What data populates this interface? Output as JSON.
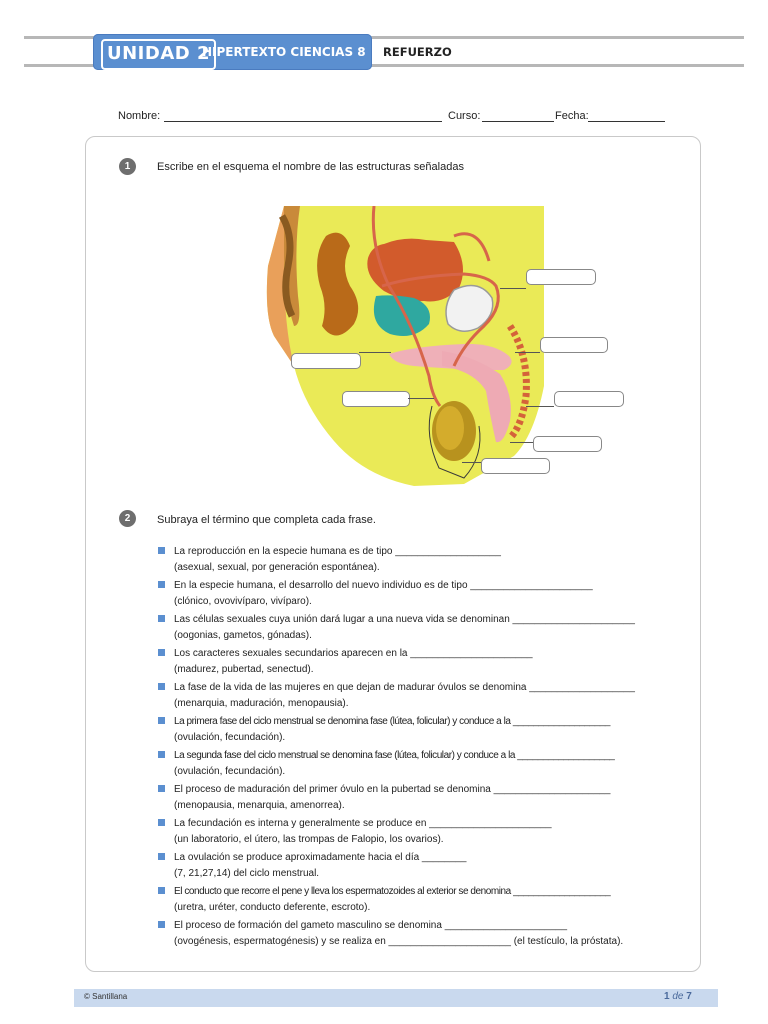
{
  "header": {
    "unit": "UNIDAD 2",
    "subject": "HIPERTEXTO CIENCIAS 8",
    "section": "REFUERZO"
  },
  "student": {
    "name_label": "Nombre:",
    "course_label": "Curso:",
    "date_label": "Fecha:"
  },
  "questions": [
    {
      "number": "1",
      "instruction": "Escribe en el esquema el nombre de las estructuras señaladas"
    },
    {
      "number": "2",
      "instruction": "Subraya el término que completa cada frase.",
      "items": [
        {
          "text": "La reproducción en la especie humana es de tipo ___________________",
          "options": "(asexual,  sexual, por generación espontánea)."
        },
        {
          "text": "En la especie humana, el desarrollo del nuevo individuo es de tipo ______________________",
          "options": "(clónico, ovovivíparo, vivíparo)."
        },
        {
          "text": "Las células sexuales cuya unión dará lugar a una nueva vida se denominan ______________________",
          "options": "(oogonias, gametos, gónadas)."
        },
        {
          "text": "Los caracteres sexuales secundarios aparecen en la ______________________",
          "options": "(madurez, pubertad, senectud)."
        },
        {
          "text": "La fase de la vida de las mujeres en que dejan de madurar óvulos se denomina ___________________",
          "options": "(menarquia, maduración, menopausia)."
        },
        {
          "text": "La primera fase del ciclo menstrual se denomina fase (lútea, folicular) y conduce a la ___________________",
          "options": "(ovulación, fecundación)."
        },
        {
          "text": "La segunda fase del ciclo menstrual se denomina fase (lútea, folicular) y conduce a la ___________________",
          "options": "(ovulación, fecundación)."
        },
        {
          "text": "El proceso de maduración del primer óvulo en la pubertad se denomina _____________________",
          "options": "(menopausia, menarquia, amenorrea)."
        },
        {
          "text": "La fecundación es interna y generalmente se produce en ______________________",
          "options": "(un laboratorio, el útero, las trompas de Falopio, los ovarios)."
        },
        {
          "text": "La ovulación se produce aproximadamente hacia el día ________",
          "options": "(7, 21,27,14) del ciclo menstrual."
        },
        {
          "text": "El conducto que recorre el pene y lleva los espermatozoides al exterior se denomina ___________________",
          "options": "(uretra, uréter, conducto deferente, escroto)."
        },
        {
          "text": "El proceso de formación del gameto masculino se denomina ______________________",
          "options": "(ovogénesis, espermatogénesis) y se realiza en ______________________ (el testículo, la próstata)."
        }
      ]
    }
  ],
  "colors": {
    "brand_blue": "#5b8fd0",
    "footer_band": "#c9d9ee",
    "skin_yellow": "#eaea57"
  },
  "footer": {
    "copyright": "© Santillana",
    "page_current": "1",
    "page_of": "de",
    "page_total": "7"
  }
}
